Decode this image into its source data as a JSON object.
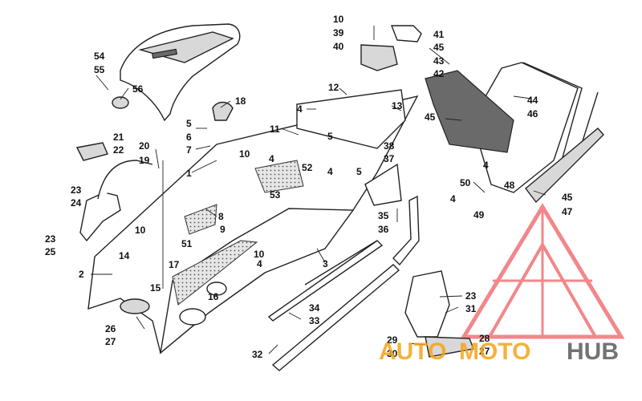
{
  "diagram": {
    "callouts": [
      "1",
      "2",
      "3",
      "4",
      "5",
      "6",
      "7",
      "8",
      "9",
      "10",
      "11",
      "12",
      "13",
      "14",
      "15",
      "16",
      "17",
      "18",
      "19",
      "20",
      "21",
      "22",
      "23",
      "24",
      "25",
      "26",
      "27",
      "28",
      "29",
      "30",
      "31",
      "32",
      "33",
      "34",
      "35",
      "36",
      "37",
      "38",
      "39",
      "40",
      "41",
      "42",
      "43",
      "44",
      "45",
      "46",
      "47",
      "48",
      "49",
      "50",
      "51",
      "52",
      "53",
      "54",
      "55",
      "56"
    ]
  },
  "watermark": {
    "part1": "AUTO",
    "part2": "MOTO",
    "part3": "HUB",
    "colors": {
      "red": "#e8262b",
      "orange": "#f5a31a",
      "gray": "#5a5a5a"
    }
  }
}
